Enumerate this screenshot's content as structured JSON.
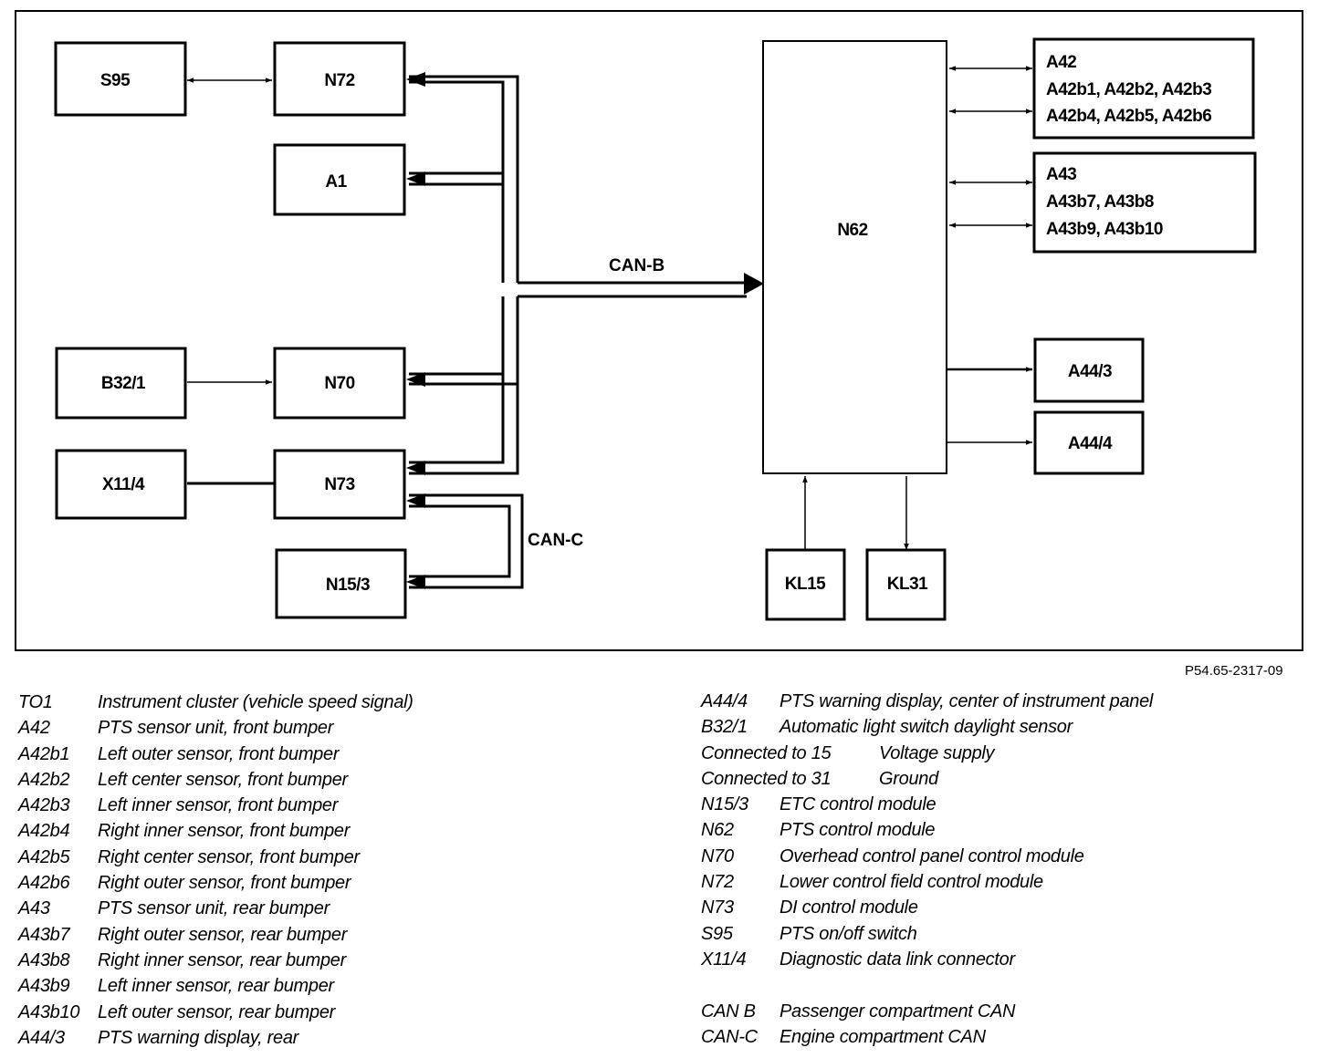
{
  "diagram": {
    "boxes": {
      "s95": "S95",
      "n72": "N72",
      "a1": "A1",
      "b32_1": "B32/1",
      "n70": "N70",
      "x11_4": "X11/4",
      "n73": "N73",
      "n15_3": "N15/3",
      "n62": "N62",
      "a42": [
        "A42",
        "A42b1, A42b2, A42b3",
        "A42b4, A42b5, A42b6"
      ],
      "a43": [
        "A43",
        "A43b7, A43b8",
        "A43b9, A43b10"
      ],
      "a44_3": "A44/3",
      "a44_4": "A44/4",
      "kl15": "KL15",
      "kl31": "KL31"
    },
    "bus_labels": {
      "can_b": "CAN-B",
      "can_c": "CAN-C"
    },
    "figure_id": "P54.65-2317-09"
  },
  "legend": {
    "left": [
      {
        "code": "TO1",
        "desc": "Instrument cluster (vehicle speed signal)"
      },
      {
        "code": "A42",
        "desc": "PTS sensor unit, front bumper"
      },
      {
        "code": "A42b1",
        "desc": "Left outer sensor, front bumper"
      },
      {
        "code": "A42b2",
        "desc": "Left center sensor, front bumper"
      },
      {
        "code": "A42b3",
        "desc": "Left inner sensor, front bumper"
      },
      {
        "code": "A42b4",
        "desc": "Right inner sensor, front bumper"
      },
      {
        "code": "A42b5",
        "desc": "Right center sensor, front bumper"
      },
      {
        "code": "A42b6",
        "desc": "Right outer sensor, front bumper"
      },
      {
        "code": "A43",
        "desc": "PTS sensor unit, rear bumper"
      },
      {
        "code": "A43b7",
        "desc": "Right outer sensor, rear bumper"
      },
      {
        "code": "A43b8",
        "desc": "Right inner sensor, rear bumper"
      },
      {
        "code": "A43b9",
        "desc": "Left inner sensor, rear bumper"
      },
      {
        "code": "A43b10",
        "desc": "Left outer sensor, rear bumper"
      },
      {
        "code": "A44/3",
        "desc": "PTS warning display, rear"
      }
    ],
    "right": [
      {
        "code": "A44/4",
        "desc": "PTS warning display, center of instrument panel"
      },
      {
        "code": "B32/1",
        "desc": "Automatic light switch daylight sensor"
      },
      {
        "code": "Connected to 15",
        "desc": "Voltage supply"
      },
      {
        "code": "Connected to 31",
        "desc": "Ground"
      },
      {
        "code": "N15/3",
        "desc": "ETC control module"
      },
      {
        "code": "N62",
        "desc": "PTS control module"
      },
      {
        "code": "N70",
        "desc": "Overhead control panel control module"
      },
      {
        "code": "N72",
        "desc": "Lower control field control module"
      },
      {
        "code": "N73",
        "desc": "DI control module"
      },
      {
        "code": "S95",
        "desc": "PTS on/off switch"
      },
      {
        "code": "X11/4",
        "desc": "Diagnostic data link connector"
      },
      {
        "code": "CAN B",
        "desc": "Passenger compartment CAN"
      },
      {
        "code": "CAN-C",
        "desc": "Engine compartment CAN"
      }
    ]
  }
}
